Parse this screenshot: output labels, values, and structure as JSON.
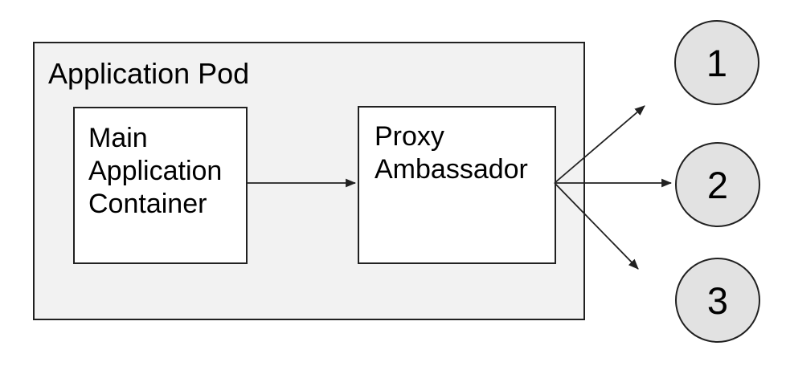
{
  "diagram": {
    "pod_label": "Application Pod",
    "main_container_label": "Main\nApplication\nContainer",
    "proxy_label": "Proxy\nAmbassador",
    "endpoints": [
      {
        "label": "1"
      },
      {
        "label": "2"
      },
      {
        "label": "3"
      }
    ],
    "connections": [
      {
        "from": "main-application-container",
        "to": "proxy-ambassador"
      },
      {
        "from": "proxy-ambassador",
        "to": "endpoint-1"
      },
      {
        "from": "proxy-ambassador",
        "to": "endpoint-2"
      },
      {
        "from": "proxy-ambassador",
        "to": "endpoint-3"
      }
    ],
    "colors": {
      "pod_fill": "#f2f2f2",
      "node_fill": "#ffffff",
      "endpoint_fill": "#e2e2e2",
      "stroke": "#212121"
    }
  }
}
